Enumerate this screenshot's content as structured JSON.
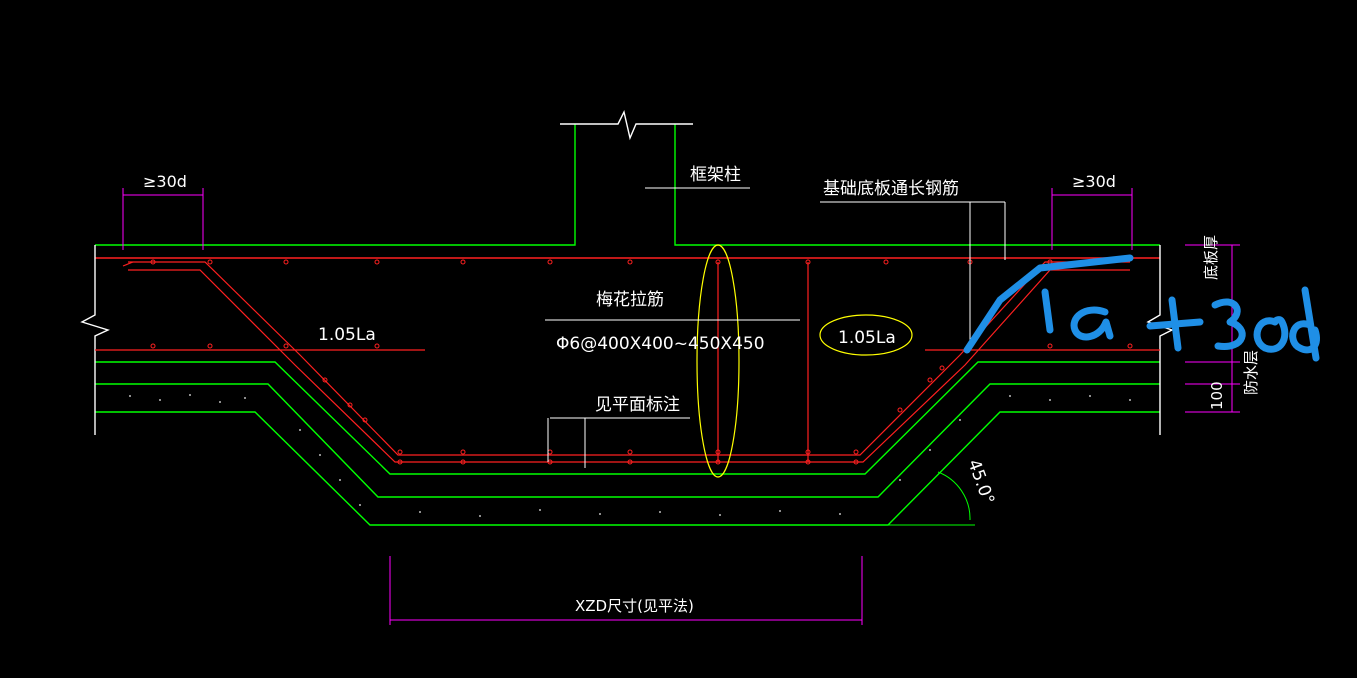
{
  "labels": {
    "frame_column": "框架柱",
    "base_bar": "基础底板通长钢筋",
    "dim_left": "≥30d",
    "dim_right": "≥30d",
    "plum_tie": "梅花拉筋",
    "tie_spec": "Φ6@400X400~450X450",
    "see_plan": "见平面标注",
    "la_left": "1.05La",
    "la_right": "1.05La",
    "slab_thickness": "底板厚",
    "waterproof": "防水层",
    "thk_100": "100",
    "angle": "45.0°",
    "xzd": "XZD尺寸(见平法)"
  },
  "handwriting": {
    "text": "la+30d",
    "color": "#1f8fe6"
  },
  "colors": {
    "background": "#000000",
    "concrete_line": "#00ff00",
    "rebar": "#ff2020",
    "dimension": "#ff00ff",
    "highlight": "#ffff00",
    "annotation_line": "#ffffff",
    "handwriting": "#1f8fe6"
  }
}
